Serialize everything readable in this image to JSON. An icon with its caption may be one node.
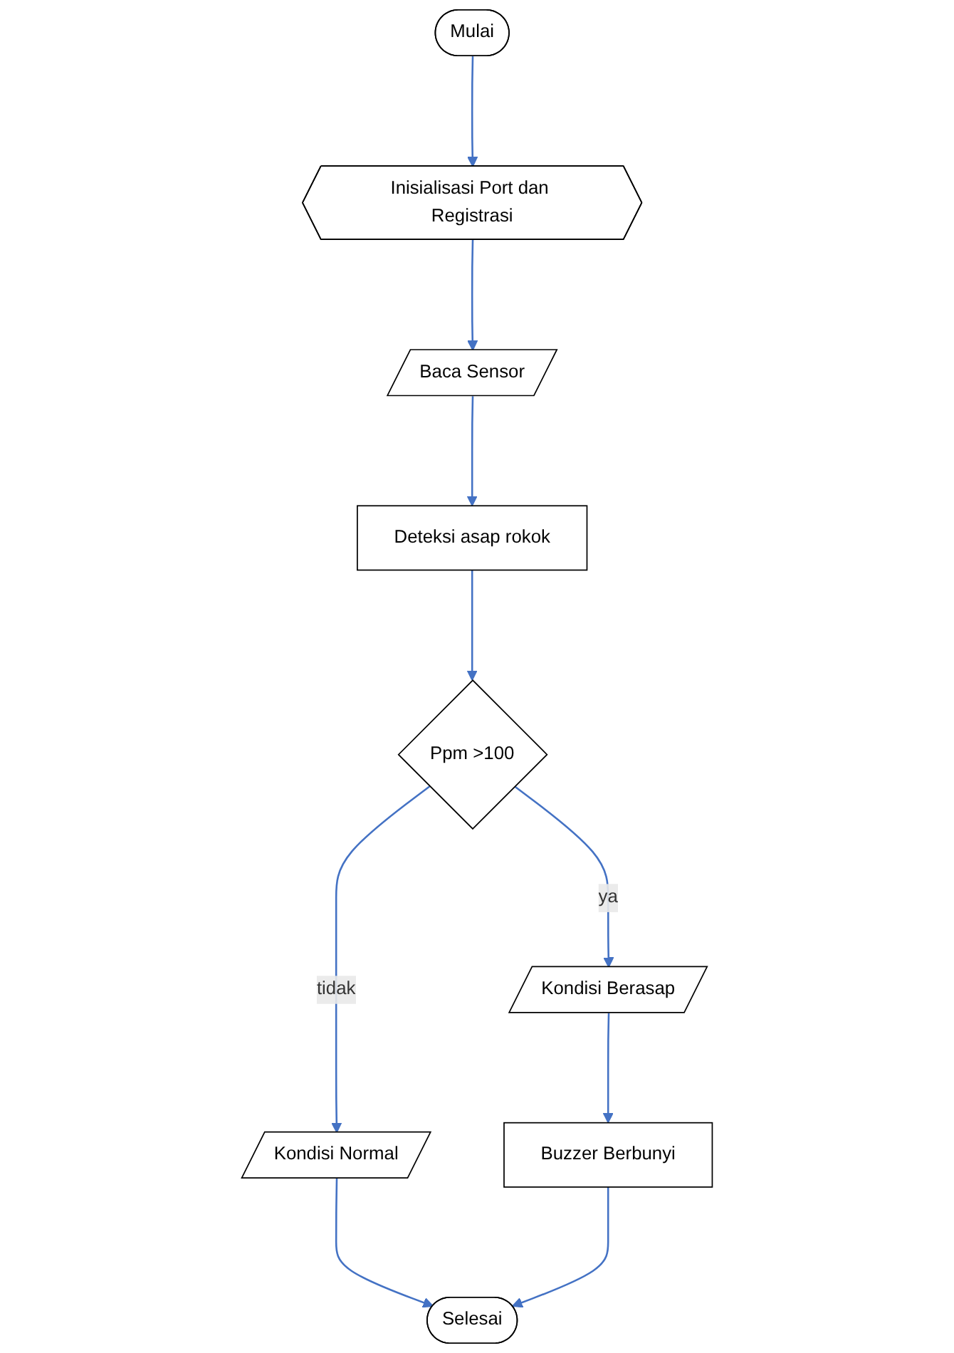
{
  "diagram": {
    "nodes": [
      {
        "text": [
          "Mulai"
        ]
      },
      {
        "text": [
          "Inisialisasi Port dan Registrasi"
        ]
      },
      {
        "text": [
          "Baca Sensor"
        ]
      },
      {
        "text": [
          "Deteksi asap rokok"
        ]
      },
      {
        "text": [
          "Ppm >100"
        ]
      },
      {
        "text": [
          "Kondisi Berasap"
        ]
      },
      {
        "text": [
          "Kondisi Normal"
        ]
      },
      {
        "text": [
          "Buzzer Berbunyi"
        ]
      },
      {
        "text": [
          "Selesai"
        ]
      }
    ],
    "edges": [
      {
        "from": 0,
        "to": 1,
        "arrow": "to"
      },
      {
        "from": 1,
        "to": 2,
        "arrow": "to"
      },
      {
        "from": 2,
        "to": 3,
        "arrow": "to"
      },
      {
        "from": 3,
        "to": 4,
        "arrow": "to"
      },
      {
        "from": 4,
        "to": 5,
        "arrow": "to",
        "label": "ya"
      },
      {
        "from": 4,
        "to": 6,
        "arrow": "to",
        "label": "tidak"
      },
      {
        "from": 5,
        "to": 7,
        "arrow": "to"
      },
      {
        "from": 6,
        "to": 8,
        "arrow": "to"
      },
      {
        "from": 7,
        "to": 8,
        "arrow": "to"
      }
    ]
  }
}
